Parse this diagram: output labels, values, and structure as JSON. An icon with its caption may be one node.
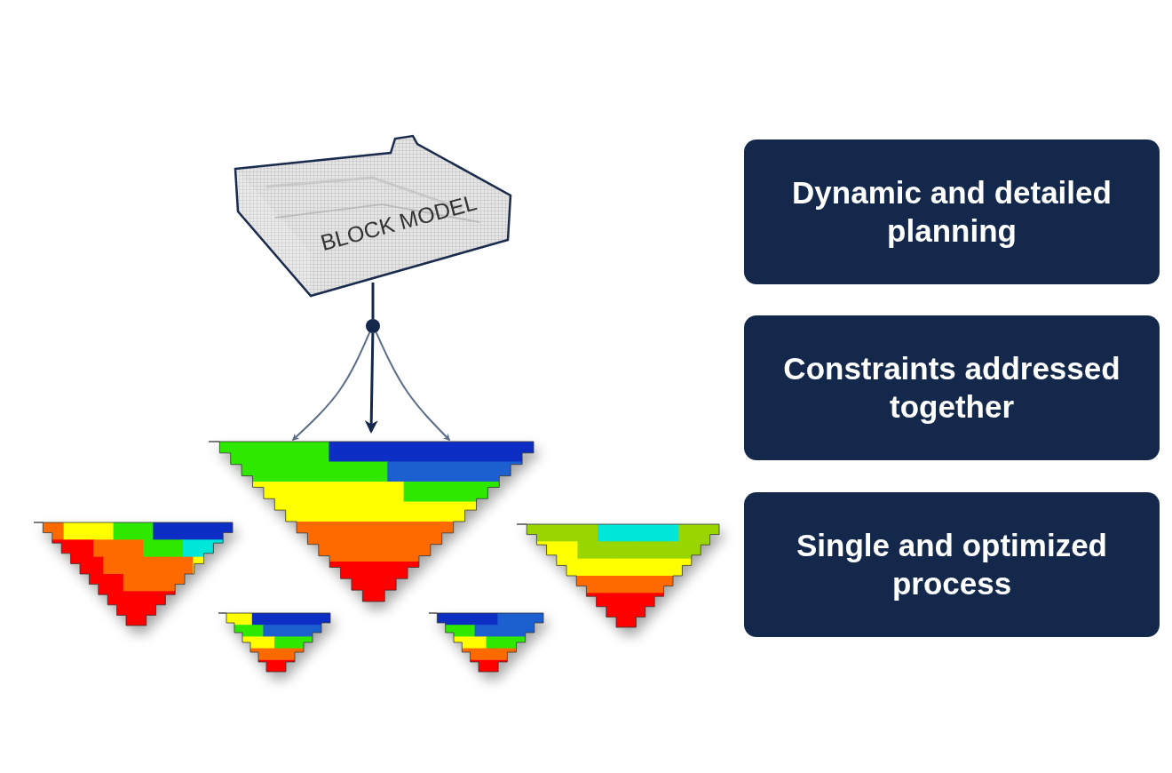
{
  "diagram": {
    "nodes": [
      {
        "text": [
          "BLOCK MODEL"
        ]
      },
      {
        "text": [],
        "shape": "circle"
      },
      {
        "text": [],
        "shape": "picture"
      },
      {
        "text": [
          "Dynamic and detailed planning"
        ]
      },
      {
        "text": [
          "Constraints addressed together"
        ]
      },
      {
        "text": [
          "Single and optimized process"
        ]
      }
    ],
    "edges": [
      {
        "from": 0,
        "to": 1,
        "arrow": "none"
      },
      {
        "from": 1,
        "to": 2,
        "arrow": "to"
      },
      {
        "from": 1,
        "to": 2,
        "arrow": "to",
        "color": "#5b6d8a"
      },
      {
        "from": 1,
        "to": 2,
        "arrow": "to",
        "color": "#5b6d8a"
      }
    ]
  }
}
